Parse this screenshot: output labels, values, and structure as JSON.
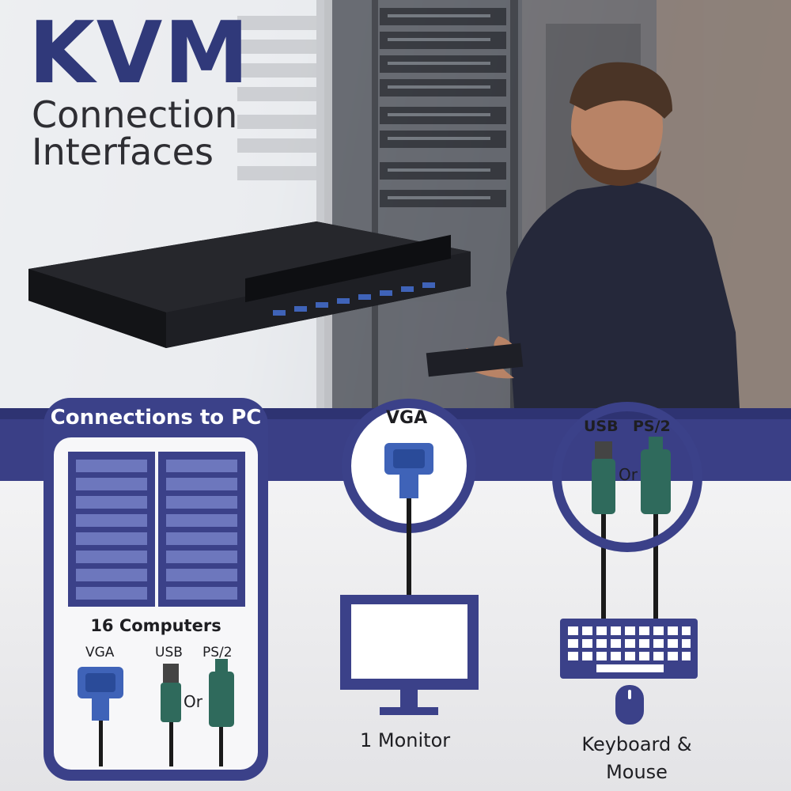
{
  "hero": {
    "title": "KVM",
    "subtitle_line1": "Connection",
    "subtitle_line2": "Interfaces"
  },
  "pc_panel": {
    "title": "Connections to PC",
    "computers_label": "16 Computers",
    "vga_label": "VGA",
    "usb_label": "USB",
    "ps2_label": "PS/2",
    "or_label": "Or"
  },
  "monitor": {
    "vga_label": "VGA",
    "caption": "1 Monitor"
  },
  "keyboard_mouse": {
    "usb_label": "USB",
    "ps2_label": "PS/2",
    "or_label": "Or",
    "caption_line1": "Keyboard &",
    "caption_line2": "Mouse"
  },
  "colors": {
    "brand_blue": "#3b4189",
    "connector_blue": "#3f63b8",
    "connector_green": "#2f6a5c"
  }
}
